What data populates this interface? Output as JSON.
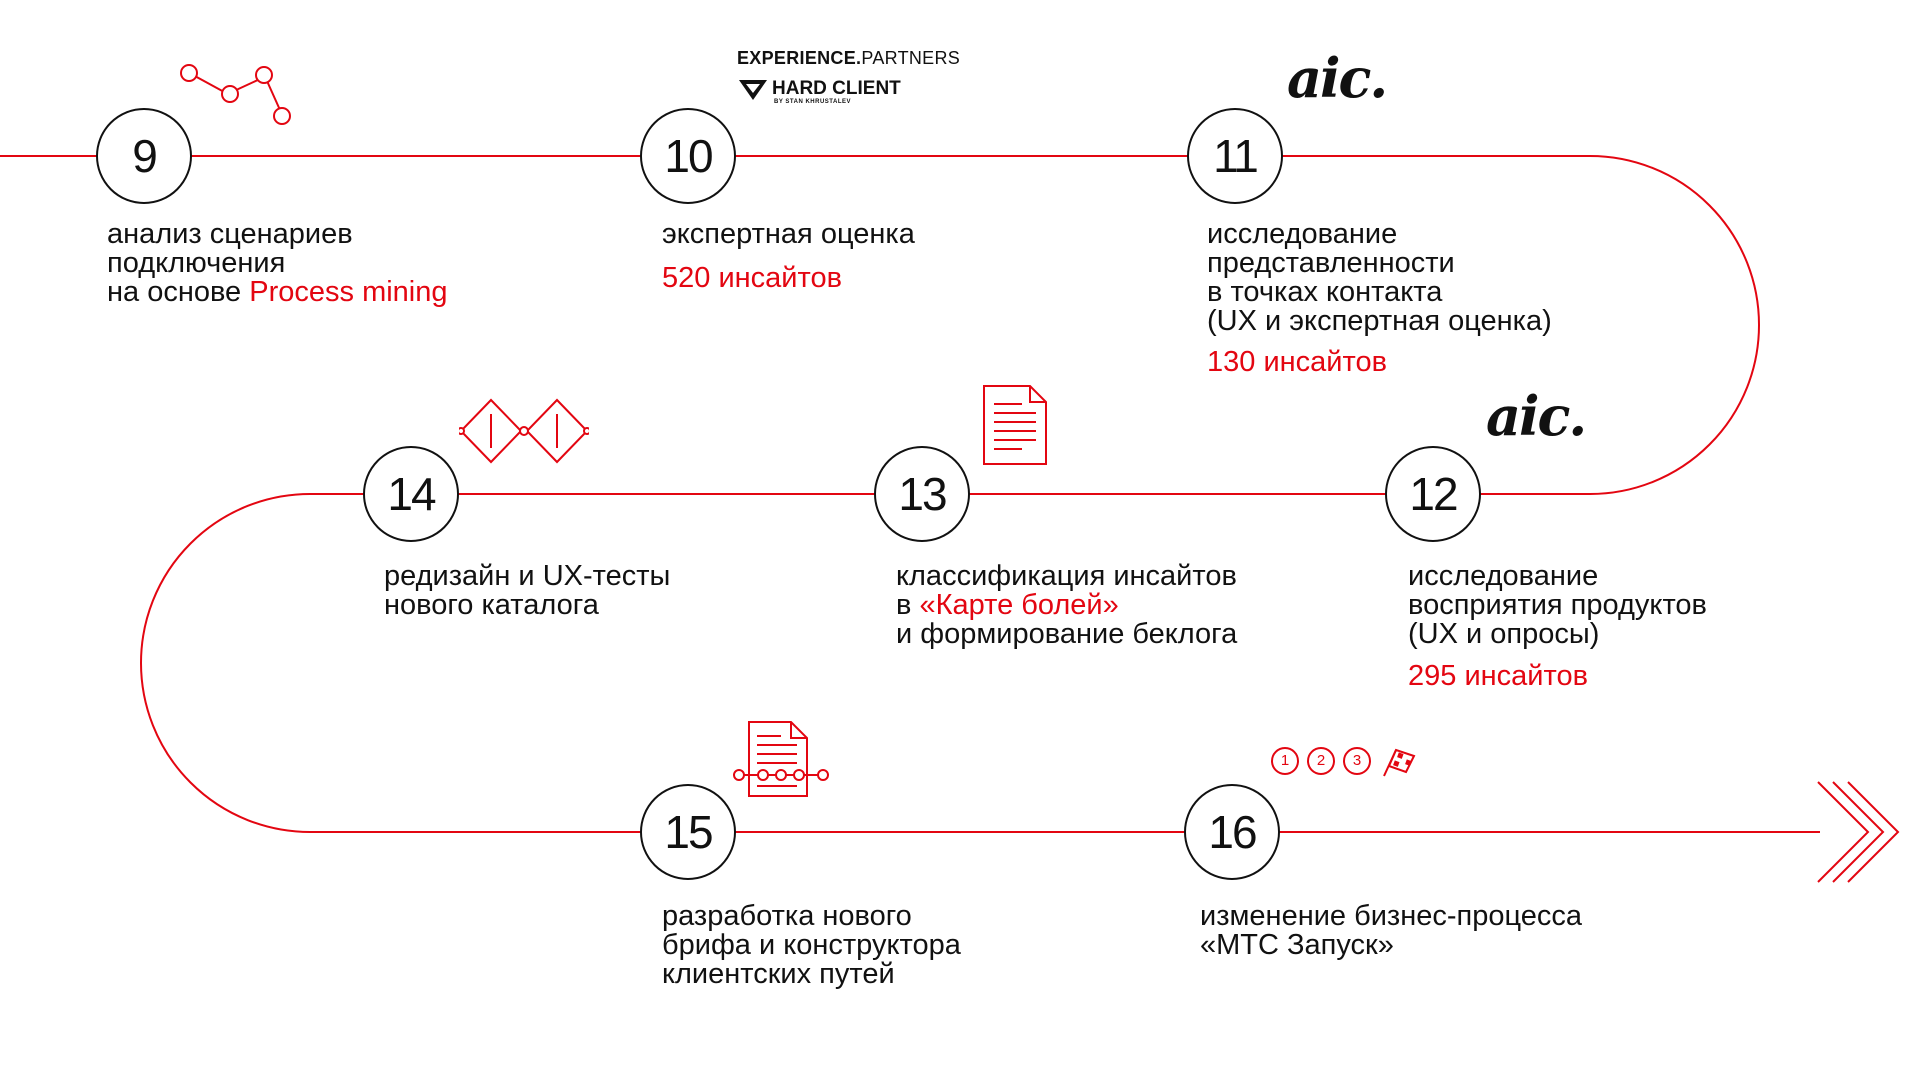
{
  "colors": {
    "accent": "#e30611",
    "text": "#111111",
    "background": "#ffffff"
  },
  "steps": [
    {
      "number": "9",
      "lines": [
        "анализ сценариев",
        "подключения"
      ],
      "last_line_prefix": "на основе ",
      "last_line_accent": "Process mining",
      "icon": "network-nodes-icon"
    },
    {
      "number": "10",
      "lines": [
        "экспертная оценка"
      ],
      "insights": "520 инсайтов"
    },
    {
      "number": "11",
      "lines": [
        "исследование",
        "представленности",
        "в точках контакта",
        "(UX и экспертная оценка)"
      ],
      "insights": "130 инсайтов"
    },
    {
      "number": "12",
      "lines": [
        "исследование",
        "восприятия продуктов",
        "(UX и опросы)"
      ],
      "insights": "295 инсайтов"
    },
    {
      "number": "13",
      "first_line": "классификация инсайтов",
      "second_prefix": "в ",
      "second_accent": "«Карте болей»",
      "third_line": "и формирование беклога",
      "icon": "document-icon"
    },
    {
      "number": "14",
      "lines": [
        "редизайн и UX-тесты",
        "нового каталога"
      ],
      "icon": "diamond-links-icon"
    },
    {
      "number": "15",
      "lines": [
        "разработка нового",
        "брифа и конструктора",
        "клиентских путей"
      ],
      "icon": "document-flow-icon"
    },
    {
      "number": "16",
      "lines": [
        "изменение бизнес-процесса",
        "«МТС Запуск»"
      ],
      "icon": "numbered-steps-finish-icon"
    }
  ],
  "logos": {
    "aic": "aic.",
    "experience_bold": "EXPERIENCE.",
    "experience_thin": "PARTNERS",
    "hard_client": "HARD CLIENT",
    "hard_client_sub": "BY STAN KHRUSTALEV"
  },
  "finish_steps": [
    "1",
    "2",
    "3"
  ]
}
